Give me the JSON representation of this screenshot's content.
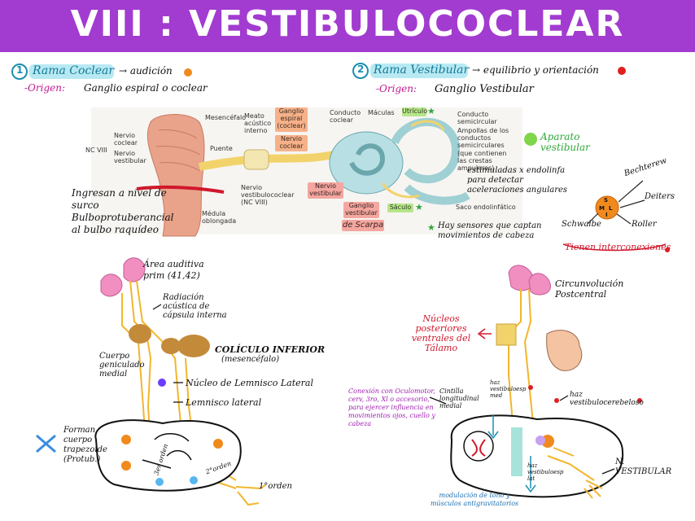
{
  "title": "VIII : VESTIBULOCOCLEAR",
  "left_header": {
    "number": "1",
    "rama": "Rama Coclear",
    "arrow_text": "→ audición",
    "origen_label": "-Origen:",
    "origen_text": "Ganglio espiral o coclear"
  },
  "right_header": {
    "number": "2",
    "rama": "Rama Vestibular",
    "arrow_text": "→ equilibrio y orientación",
    "origen_label": "-Origen:",
    "origen_text": "Ganglio Vestibular"
  },
  "anatomy_labels": {
    "mesencefalo": "Mesencéfalo",
    "meato": "Meato acústico interno",
    "nervio_coclear": "Nervio coclear",
    "nervio_vestibular": "Nervio vestibular",
    "nc_viii": "NC VIII",
    "puente": "Puente",
    "nervio_vestibulococlear": "Nervio vestibulococlear (NC VIII)",
    "medula": "Médula oblongada",
    "ganglio_espiral": "Ganglio espiral (coclear)",
    "nervio_coclear_box": "Nervio coclear",
    "nervio_vestibular_box": "Nervio vestibular",
    "ganglio_vestibular": "Ganglio vestibular",
    "de_scarpa": "de Scarpa",
    "conducto_coclear": "Conducto coclear",
    "maculas": "Máculas",
    "utriculo": "Utrículo",
    "sacculo": "Sáculo",
    "conducto_semicircular": "Conducto semicircular",
    "ampollas": "Ampollas de los conductos semicirculares",
    "crestas": "(que contienen las crestas ampulares)",
    "saco": "Saco endolinfático"
  },
  "notes": {
    "ingresan": "Ingresan a nivel de surco Bulboprotuberancial al bulbo raquídeo",
    "aparato": "Aparato vestibular",
    "estimuladas": "estimuladas x endolinfa para detectar aceleraciones angulares",
    "sensores": "Hay sensores que captan movimientos de cabeza",
    "tienen": "Tienen interconexiones"
  },
  "nuclei": {
    "s": "S",
    "m": "M",
    "l": "L",
    "i": "I",
    "bechterew": "Bechterew",
    "deiters": "Deiters",
    "roller": "Roller",
    "schwalbe": "Schwalbe"
  },
  "cochlear_path": {
    "area": "Área auditiva prim (41,42)",
    "radiacion": "Radiación acústica de cápsula interna",
    "coliculo": "COLÍCULO INFERIOR",
    "mesencefalo": "(mesencéfalo)",
    "cuerpo": "Cuerpo geniculado medial",
    "nucleo_lemnisco": "Núcleo de Lemnisco Lateral",
    "lemnisco": "Lemnisco lateral",
    "forman": "Forman cuerpo trapezoide (Protub.)",
    "tercer": "3er orden",
    "segundo": "2°orden",
    "primer": "1°orden"
  },
  "vestibular_path": {
    "circunvolucion": "Circunvolución Postcentral",
    "nucleos": "Núcleos posteriores ventrales del Tálamo",
    "conexion": "Conexión con Oculomotor, cerv, 3ro, Xl o accesorio, para ejercer influencia en movimientos ojos, cuello y cabeza",
    "cintilla": "Cintilla longitudinal medial",
    "haz_esp": "haz vestibuloesp med",
    "haz_cereb": "haz vestibulocerebeloso",
    "haz_lat": "haz vestibuloesp lat",
    "n_vestibular": "N. VESTIBULAR",
    "modulacion": "modulación de tono y músculos antigravitatorios"
  },
  "colors": {
    "banner": "#a23bd0",
    "orange_dot": "#f08a1c",
    "red_dot": "#e02020",
    "green_dot": "#7fd64b",
    "fiber": "#f2b62f",
    "crimson": "#d0182c",
    "teal": "#23a6a0"
  }
}
